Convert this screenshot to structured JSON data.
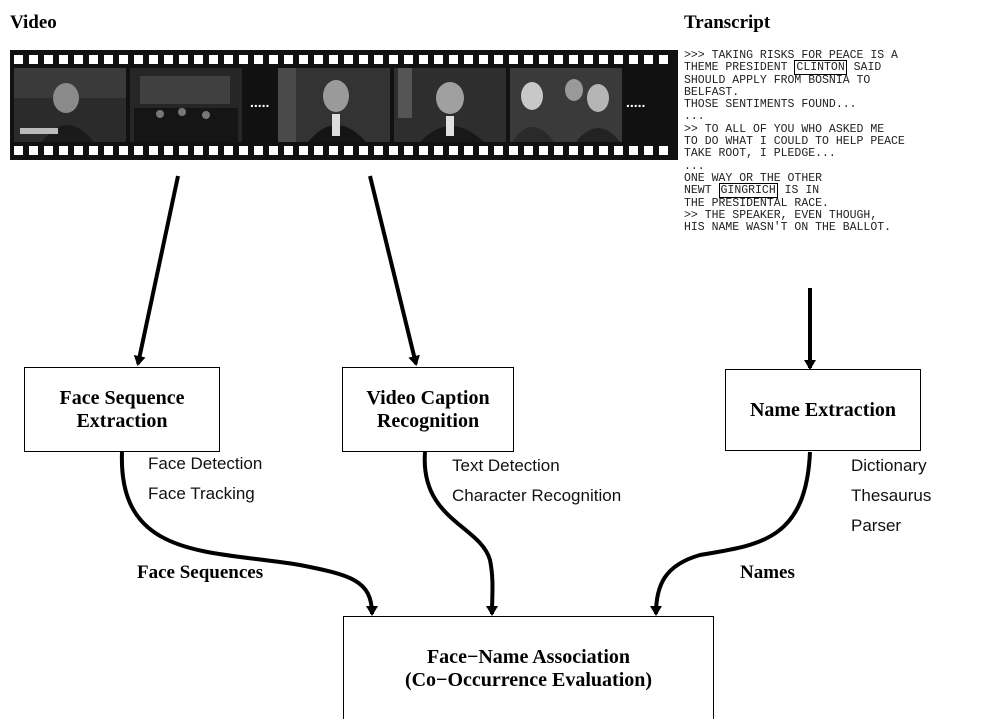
{
  "sections": {
    "video_title": "Video",
    "transcript_title": "Transcript"
  },
  "filmstrip": {
    "gap_marker_1": ".....",
    "gap_marker_2": "....."
  },
  "transcript": {
    "lines": [
      {
        "pre": ">>> TAKING RISKS FOR PEACE IS A",
        "hl": "",
        "post": ""
      },
      {
        "pre": "THEME PRESIDENT ",
        "hl": "CLINTON",
        "post": " SAID"
      },
      {
        "pre": "SHOULD APPLY FROM BOSNIA TO",
        "hl": "",
        "post": ""
      },
      {
        "pre": "BELFAST.",
        "hl": "",
        "post": ""
      },
      {
        "pre": "THOSE SENTIMENTS FOUND...",
        "hl": "",
        "post": ""
      },
      {
        "pre": "...",
        "hl": "",
        "post": ""
      },
      {
        "pre": ">> TO ALL OF YOU WHO ASKED ME",
        "hl": "",
        "post": ""
      },
      {
        "pre": "TO DO WHAT I COULD TO HELP PEACE",
        "hl": "",
        "post": ""
      },
      {
        "pre": "TAKE ROOT, I PLEDGE...",
        "hl": "",
        "post": ""
      },
      {
        "pre": "...",
        "hl": "",
        "post": ""
      },
      {
        "pre": "ONE WAY OR THE OTHER",
        "hl": "",
        "post": ""
      },
      {
        "pre": "NEWT ",
        "hl": "GINGRICH",
        "post": " IS IN"
      },
      {
        "pre": "THE PRESIDENTAL RACE.",
        "hl": "",
        "post": ""
      },
      {
        "pre": ">> THE SPEAKER, EVEN THOUGH,",
        "hl": "",
        "post": ""
      },
      {
        "pre": "HIS NAME WASN'T ON THE BALLOT.",
        "hl": "",
        "post": ""
      }
    ]
  },
  "boxes": {
    "face_sequence": {
      "line1": "Face Sequence",
      "line2": "Extraction"
    },
    "video_caption": {
      "line1": "Video Caption",
      "line2": "Recognition"
    },
    "name_extraction": {
      "line1": "Name Extraction"
    },
    "association": {
      "line1": "Face−Name Association",
      "line2": "(Co−Occurrence Evaluation)"
    }
  },
  "sublists": {
    "face": [
      "Face Detection",
      "Face Tracking"
    ],
    "caption": [
      "Text Detection",
      "Character Recognition"
    ],
    "name": [
      "Dictionary",
      "Thesaurus",
      "Parser"
    ]
  },
  "edge_labels": {
    "face_sequences": "Face Sequences",
    "names": "Names"
  }
}
